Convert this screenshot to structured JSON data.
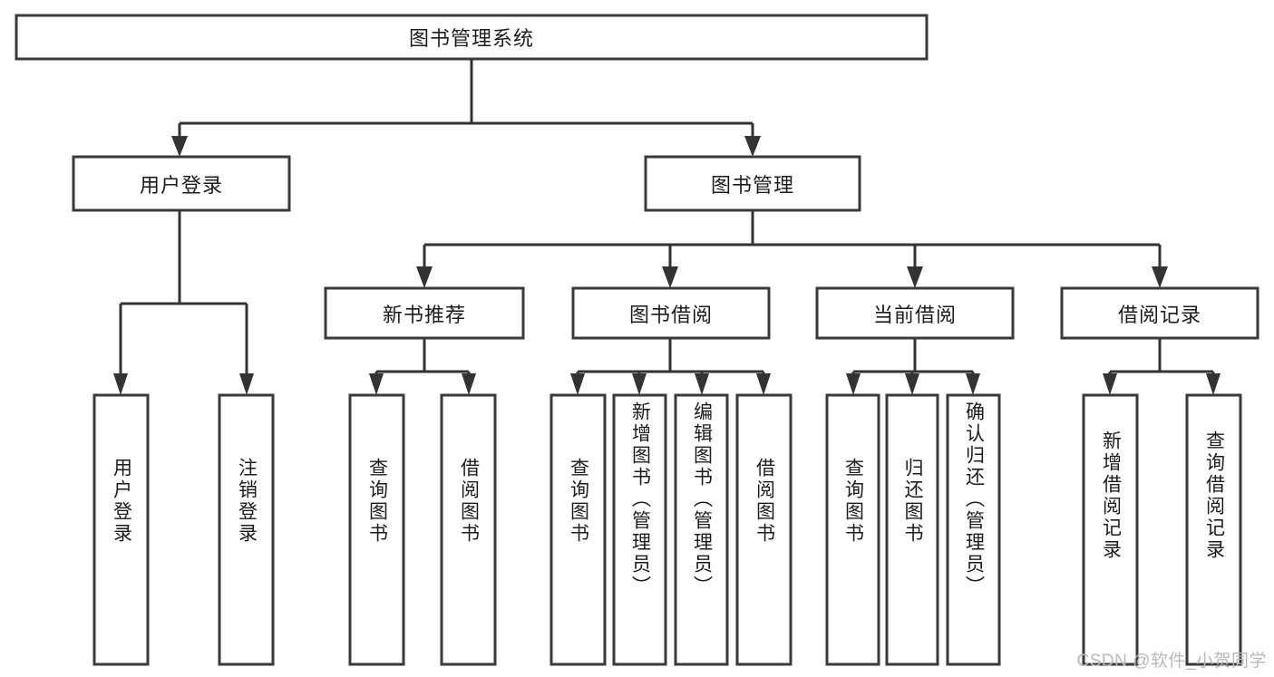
{
  "diagram": {
    "type": "tree-hierarchy-diagram",
    "title": "图书管理系统",
    "orientation": "top-down",
    "levels": 4,
    "colors": {
      "background": "#ffffff",
      "node_fill": "#ffffff",
      "node_stroke": "#3a3a3a",
      "edge": "#333333",
      "text": "#1c1c1c",
      "watermark": "#b9b9b9"
    },
    "root": {
      "label": "图书管理系统"
    },
    "level2": [
      {
        "id": "user-login",
        "label": "用户登录"
      },
      {
        "id": "book-management",
        "label": "图书管理"
      }
    ],
    "level3": [
      {
        "id": "new-book-recommend",
        "label": "新书推荐",
        "parent": "book-management"
      },
      {
        "id": "book-borrow",
        "label": "图书借阅",
        "parent": "book-management"
      },
      {
        "id": "current-borrow",
        "label": "当前借阅",
        "parent": "book-management"
      },
      {
        "id": "borrow-record",
        "label": "借阅记录",
        "parent": "book-management"
      }
    ],
    "leaves": [
      {
        "id": "leaf-user-login",
        "label": "用户登录",
        "parent": "user-login"
      },
      {
        "id": "leaf-logout-login",
        "label": "注销登录",
        "parent": "user-login"
      },
      {
        "id": "leaf-query-book-1",
        "label": "查询图书",
        "parent": "new-book-recommend"
      },
      {
        "id": "leaf-borrow-book-1",
        "label": "借阅图书",
        "parent": "new-book-recommend"
      },
      {
        "id": "leaf-query-book-2",
        "label": "查询图书",
        "parent": "book-borrow"
      },
      {
        "id": "leaf-add-book",
        "label": "新增图书（管理员）",
        "parent": "book-borrow"
      },
      {
        "id": "leaf-edit-book",
        "label": "编辑图书（管理员）",
        "parent": "book-borrow"
      },
      {
        "id": "leaf-borrow-book-2",
        "label": "借阅图书",
        "parent": "book-borrow"
      },
      {
        "id": "leaf-query-book-3",
        "label": "查询图书",
        "parent": "current-borrow"
      },
      {
        "id": "leaf-return-book",
        "label": "归还图书",
        "parent": "current-borrow"
      },
      {
        "id": "leaf-confirm-return",
        "label": "确认归还（管理员）",
        "parent": "current-borrow"
      },
      {
        "id": "leaf-add-record",
        "label": "新增借阅记录",
        "parent": "borrow-record"
      },
      {
        "id": "leaf-query-record",
        "label": "查询借阅记录",
        "parent": "borrow-record"
      }
    ]
  },
  "watermark": {
    "text": "CSDN @软件_小贺同学"
  }
}
